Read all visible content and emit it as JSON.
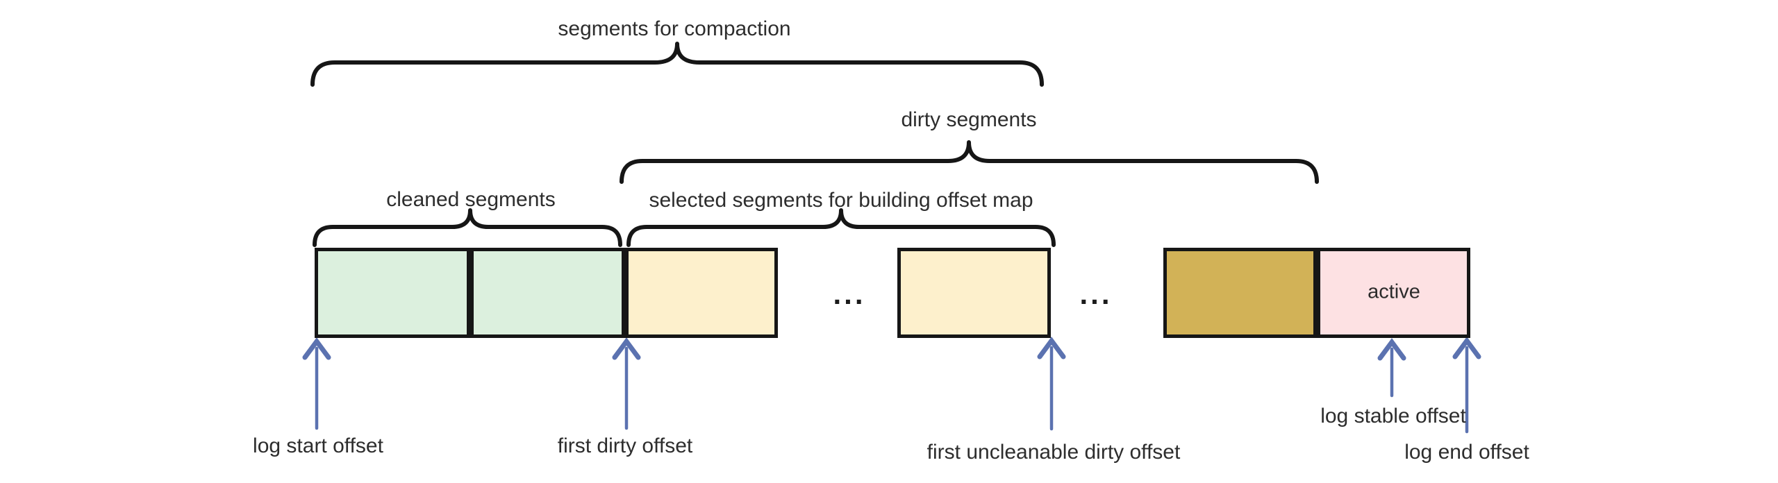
{
  "diagram_title": "segments for compaction",
  "braces": {
    "compaction": "segments for compaction",
    "dirty": "dirty segments",
    "cleaned": "cleaned segments",
    "selected": "selected segments for building offset map"
  },
  "segments": [
    {
      "name": "cleaned segment 1",
      "color": "#dcf0de",
      "label": ""
    },
    {
      "name": "cleaned segment 2",
      "color": "#dcf0de",
      "label": ""
    },
    {
      "name": "dirty segment 1",
      "color": "#fdf0cc",
      "label": ""
    },
    {
      "name": "dirty segment 2",
      "color": "#fdf0cc",
      "label": ""
    },
    {
      "name": "uncleanable dirty segment",
      "color": "#d2b257",
      "label": ""
    },
    {
      "name": "active segment",
      "color": "#fde1e3",
      "label": "active"
    }
  ],
  "ellipsis_1": "...",
  "ellipsis_2": "...",
  "offset_markers": [
    {
      "label": "log start offset"
    },
    {
      "label": "first dirty offset"
    },
    {
      "label": "first uncleanable dirty offset"
    },
    {
      "label": "log stable offset"
    },
    {
      "label": "log end offset"
    }
  ],
  "colors": {
    "arrow": "#5b72b0",
    "outline": "#161616",
    "text": "#2d2d2d",
    "background": "#ffffff"
  }
}
